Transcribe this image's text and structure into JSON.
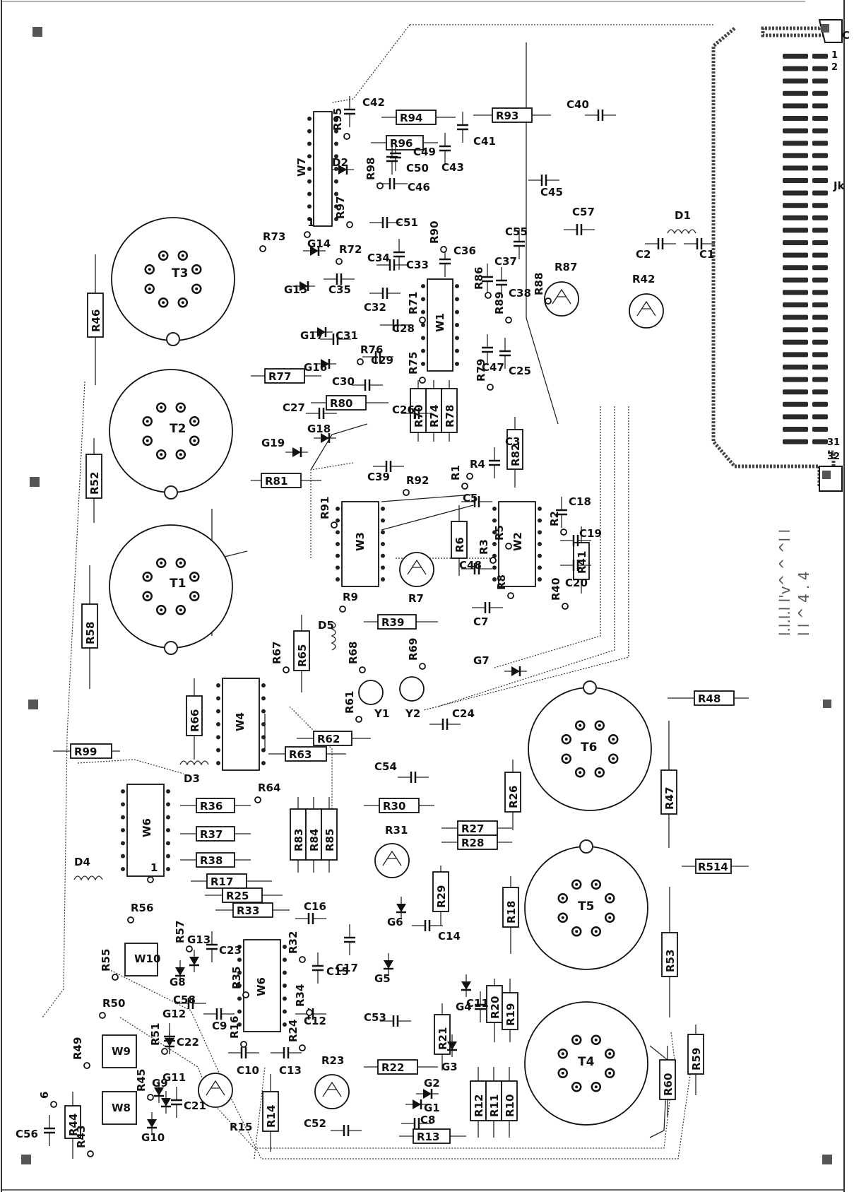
{
  "board": {
    "connector": {
      "label": "Jk",
      "corner_label": "C",
      "pin_labels": [
        "1",
        "2",
        "31",
        "32"
      ]
    },
    "transformers": [
      {
        "label": "T3"
      },
      {
        "label": "T2"
      },
      {
        "label": "T1"
      },
      {
        "label": "T6"
      },
      {
        "label": "T5"
      },
      {
        "label": "T4"
      }
    ],
    "ics": [
      {
        "label": "W7"
      },
      {
        "label": "W1"
      },
      {
        "label": "W3"
      },
      {
        "label": "W2"
      },
      {
        "label": "W4"
      },
      {
        "label": "W6"
      },
      {
        "label": "W10"
      },
      {
        "label": "W6"
      },
      {
        "label": "W9"
      },
      {
        "label": "W8"
      }
    ],
    "resistors": [
      {
        "label": "R94"
      },
      {
        "label": "R93"
      },
      {
        "label": "R96"
      },
      {
        "label": "R46"
      },
      {
        "label": "R77"
      },
      {
        "label": "R80"
      },
      {
        "label": "R52"
      },
      {
        "label": "R81"
      },
      {
        "label": "R82"
      },
      {
        "label": "R58"
      },
      {
        "label": "R65"
      },
      {
        "label": "R39"
      },
      {
        "label": "R66"
      },
      {
        "label": "R62"
      },
      {
        "label": "R63"
      },
      {
        "label": "R99"
      },
      {
        "label": "R36"
      },
      {
        "label": "R37"
      },
      {
        "label": "R38"
      },
      {
        "label": "R30"
      },
      {
        "label": "R26"
      },
      {
        "label": "R27"
      },
      {
        "label": "R28"
      },
      {
        "label": "R48"
      },
      {
        "label": "R47"
      },
      {
        "label": "R514"
      },
      {
        "label": "R29"
      },
      {
        "label": "R18"
      },
      {
        "label": "R17"
      },
      {
        "label": "R25"
      },
      {
        "label": "R33"
      },
      {
        "label": "R53"
      },
      {
        "label": "R22"
      },
      {
        "label": "R60"
      },
      {
        "label": "R59"
      },
      {
        "label": "R14"
      },
      {
        "label": "R44"
      },
      {
        "label": "R13"
      },
      {
        "label": "R6"
      },
      {
        "label": "R41"
      },
      {
        "label": "R83"
      },
      {
        "label": "R84"
      },
      {
        "label": "R85"
      },
      {
        "label": "R74"
      },
      {
        "label": "R78"
      },
      {
        "label": "R70"
      },
      {
        "label": "R21"
      },
      {
        "label": "R20"
      },
      {
        "label": "R19"
      },
      {
        "label": "R12"
      },
      {
        "label": "R11"
      },
      {
        "label": "R10"
      }
    ],
    "pots": [
      {
        "label": "R87"
      },
      {
        "label": "R42"
      },
      {
        "label": "R7"
      },
      {
        "label": "R31"
      },
      {
        "label": "R23"
      },
      {
        "label": "R15"
      }
    ],
    "crystals": [
      {
        "label": "Y1"
      },
      {
        "label": "Y2"
      }
    ],
    "caps": [
      {
        "label": "C42"
      },
      {
        "label": "C40"
      },
      {
        "label": "C41"
      },
      {
        "label": "C43"
      },
      {
        "label": "C49"
      },
      {
        "label": "C50"
      },
      {
        "label": "C46"
      },
      {
        "label": "C51"
      },
      {
        "label": "C45"
      },
      {
        "label": "C57"
      },
      {
        "label": "C55"
      },
      {
        "label": "C36"
      },
      {
        "label": "C2"
      },
      {
        "label": "C1"
      },
      {
        "label": "C35"
      },
      {
        "label": "C34"
      },
      {
        "label": "C33"
      },
      {
        "label": "C32"
      },
      {
        "label": "C31"
      },
      {
        "label": "C29"
      },
      {
        "label": "C28"
      },
      {
        "label": "C37"
      },
      {
        "label": "C38"
      },
      {
        "label": "C30"
      },
      {
        "label": "C27"
      },
      {
        "label": "C26"
      },
      {
        "label": "C47"
      },
      {
        "label": "C25"
      },
      {
        "label": "C39"
      },
      {
        "label": "C3"
      },
      {
        "label": "C5"
      },
      {
        "label": "C18"
      },
      {
        "label": "C19"
      },
      {
        "label": "C20"
      },
      {
        "label": "C48"
      },
      {
        "label": "C7"
      },
      {
        "label": "C24"
      },
      {
        "label": "C54"
      },
      {
        "label": "C16"
      },
      {
        "label": "C14"
      },
      {
        "label": "C23"
      },
      {
        "label": "C15"
      },
      {
        "label": "C17"
      },
      {
        "label": "C58"
      },
      {
        "label": "C11"
      },
      {
        "label": "C53"
      },
      {
        "label": "C9"
      },
      {
        "label": "C12"
      },
      {
        "label": "C10"
      },
      {
        "label": "C13"
      },
      {
        "label": "C22"
      },
      {
        "label": "C21"
      },
      {
        "label": "C52"
      },
      {
        "label": "C8"
      },
      {
        "label": "C56"
      }
    ],
    "diodes": [
      {
        "label": "D2"
      },
      {
        "label": "D1"
      },
      {
        "label": "D5"
      },
      {
        "label": "D3"
      },
      {
        "label": "D4"
      },
      {
        "label": "G14"
      },
      {
        "label": "G15"
      },
      {
        "label": "G17"
      },
      {
        "label": "G16"
      },
      {
        "label": "G18"
      },
      {
        "label": "G19"
      },
      {
        "label": "G7"
      },
      {
        "label": "G6"
      },
      {
        "label": "G5"
      },
      {
        "label": "G4"
      },
      {
        "label": "G3"
      },
      {
        "label": "G2"
      },
      {
        "label": "G1"
      },
      {
        "label": "G13"
      },
      {
        "label": "G8"
      },
      {
        "label": "G12"
      },
      {
        "label": "G11"
      },
      {
        "label": "G9"
      },
      {
        "label": "G10"
      }
    ],
    "pad_labels": [
      {
        "label": "R95"
      },
      {
        "label": "R98"
      },
      {
        "label": "R97"
      },
      {
        "label": "R73"
      },
      {
        "label": "R72"
      },
      {
        "label": "R90"
      },
      {
        "label": "R86"
      },
      {
        "label": "R88"
      },
      {
        "label": "R71"
      },
      {
        "label": "R89"
      },
      {
        "label": "R76"
      },
      {
        "label": "R79"
      },
      {
        "label": "R75"
      },
      {
        "label": "R92"
      },
      {
        "label": "R1"
      },
      {
        "label": "R4"
      },
      {
        "label": "R91"
      },
      {
        "label": "R2"
      },
      {
        "label": "R3"
      },
      {
        "label": "R5"
      },
      {
        "label": "R40"
      },
      {
        "label": "R9"
      },
      {
        "label": "R67"
      },
      {
        "label": "R68"
      },
      {
        "label": "R69"
      },
      {
        "label": "R61"
      },
      {
        "label": "R64"
      },
      {
        "label": "R56"
      },
      {
        "label": "R57"
      },
      {
        "label": "R55"
      },
      {
        "label": "R32"
      },
      {
        "label": "R35"
      },
      {
        "label": "R34"
      },
      {
        "label": "R16"
      },
      {
        "label": "R24"
      },
      {
        "label": "R50"
      },
      {
        "label": "R51"
      },
      {
        "label": "R49"
      },
      {
        "label": "R45"
      },
      {
        "label": "R43"
      },
      {
        "label": "R8"
      },
      {
        "label": "6"
      },
      {
        "label": "1"
      },
      {
        "label": "1"
      }
    ],
    "side_text": {
      "line1": "l.l.l.l l'v^ ^ ^l l",
      "line2": "l l ^ 4 . 4"
    }
  }
}
